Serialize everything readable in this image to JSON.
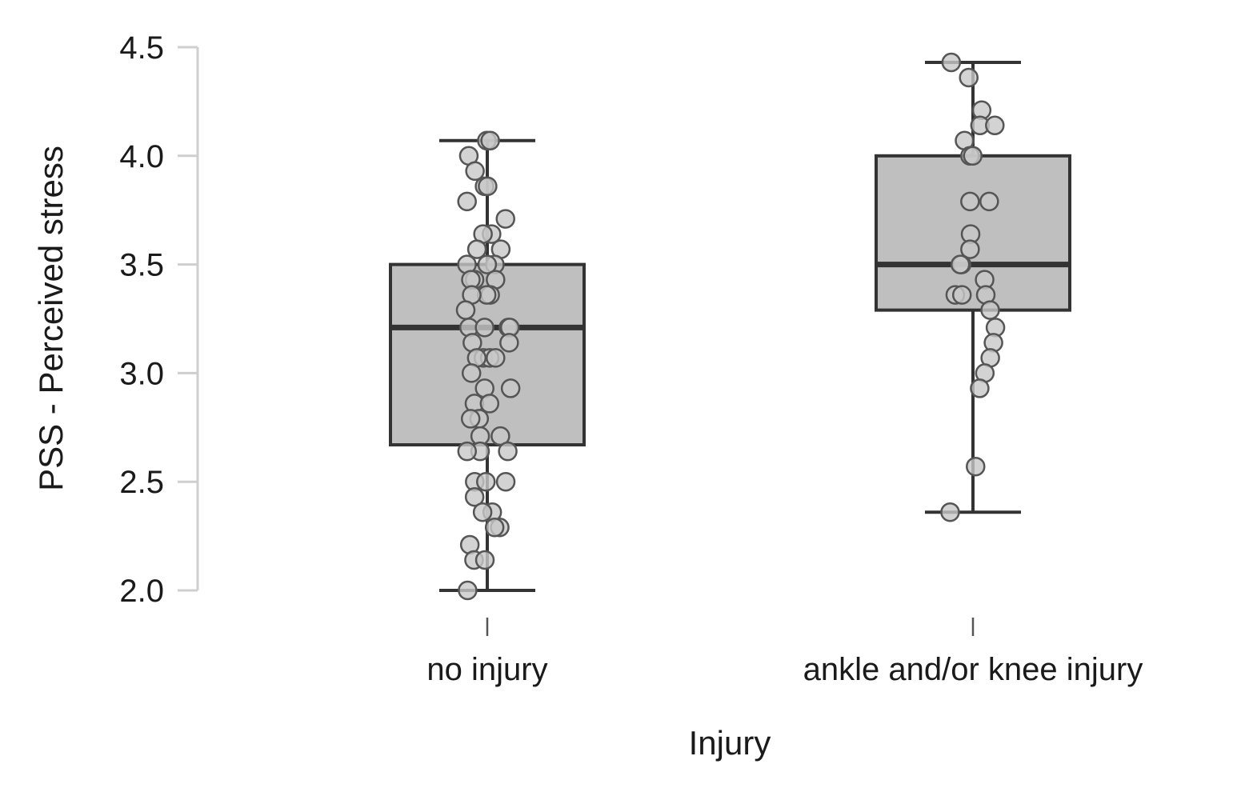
{
  "chart_data": {
    "type": "box",
    "title": "",
    "xlabel": "Injury",
    "ylabel": "PSS - Perceived stress",
    "ylim": [
      2.0,
      4.5
    ],
    "yticks": [
      "2.0",
      "2.5",
      "3.0",
      "3.5",
      "4.0",
      "4.5"
    ],
    "grid": false,
    "box_color": "#bfbfbf",
    "point_color": "#c8c8c8",
    "line_color": "#333333",
    "groups": [
      {
        "label": "no injury",
        "min": 2.0,
        "q1": 2.67,
        "median": 3.21,
        "q3": 3.5,
        "max": 4.07,
        "points": [
          4.07,
          4.07,
          4.0,
          3.93,
          3.86,
          3.86,
          3.79,
          3.71,
          3.64,
          3.64,
          3.57,
          3.57,
          3.5,
          3.5,
          3.5,
          3.43,
          3.43,
          3.43,
          3.36,
          3.36,
          3.36,
          3.29,
          3.21,
          3.21,
          3.21,
          3.21,
          3.14,
          3.14,
          3.07,
          3.07,
          3.07,
          3.07,
          3.0,
          2.93,
          2.93,
          2.86,
          2.86,
          2.79,
          2.79,
          2.71,
          2.71,
          2.64,
          2.64,
          2.64,
          2.5,
          2.5,
          2.5,
          2.43,
          2.36,
          2.36,
          2.29,
          2.29,
          2.21,
          2.14,
          2.14,
          2.0
        ]
      },
      {
        "label": "ankle and/or knee injury",
        "min": 2.36,
        "q1": 3.29,
        "median": 3.5,
        "q3": 4.0,
        "max": 4.43,
        "points": [
          4.43,
          4.36,
          4.21,
          4.14,
          4.14,
          4.07,
          4.0,
          4.0,
          3.79,
          3.79,
          3.64,
          3.57,
          3.5,
          3.5,
          3.43,
          3.36,
          3.36,
          3.36,
          3.29,
          3.21,
          3.14,
          3.07,
          3.0,
          2.93,
          2.57,
          2.36
        ]
      }
    ]
  }
}
